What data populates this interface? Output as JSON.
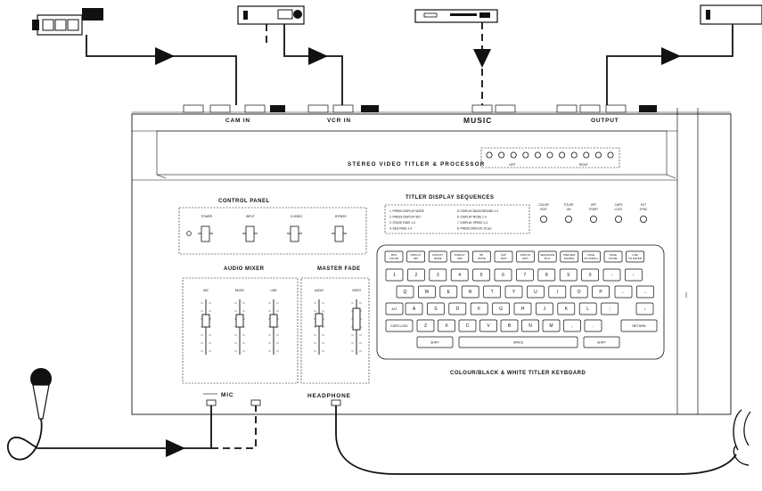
{
  "ports": {
    "cam_in": "CAM IN",
    "vcr_in": "VCR IN",
    "music": "MUSIC",
    "output": "OUTPUT",
    "mic": "MIC",
    "headphone": "HEADPHONE"
  },
  "device": {
    "title": "STEREO VIDEO TITLER & PROCESSOR",
    "led_left_label": "LEFT",
    "led_right_label": "RIGHT",
    "led_count": 11
  },
  "control_panel": {
    "title": "CONTROL PANEL",
    "switches": [
      "POWER",
      "INPUT",
      "S-VIDEO",
      "BYPASS"
    ]
  },
  "sequence": {
    "title": "TITLER DISPLAY SEQUENCES",
    "left_items": [
      "1. PRESS DISPLAY MODE",
      "2. PRESS DISPLAY SET",
      "3. STAGE FADE 1-4",
      "4. SEQ FADE 1-4"
    ],
    "right_items": [
      "5. DISPLAY BACKGROUND 1-4",
      "6. DISPLAY MODE 1-4",
      "7. DISPLAY SPEED 1-4",
      "8. PRESS DISPLAY 15 sec"
    ]
  },
  "indicators": [
    "COLOR EDIT",
    "TITLER ON",
    "OFF START",
    "CAPS LOCK",
    "EXT SYNC"
  ],
  "audio_mixer": {
    "title": "AUDIO MIXER",
    "channels": [
      "MIC",
      "MUSIC",
      "LINE"
    ]
  },
  "master_fade": {
    "title": "MASTER FADE",
    "channels": [
      "AUDIO",
      "VIDEO"
    ]
  },
  "keyboard": {
    "caption": "COLOUR/BLACK & WHITE TITLER KEYBOARD",
    "function_keys": [
      "BKG COLOR",
      "DISPLAY SET",
      "DISPLAY MODE",
      "DISPLAY SPD",
      "BK STATE",
      "FLIP TEXT",
      "DISPLAY EDIT",
      "SEQUENCE PLAY",
      "PREVIEW ENABLE",
      "PAGE FN SCROLL",
      "PAGE FN DEL",
      "LINE FN ENTER"
    ],
    "row1": [
      "1",
      "2",
      "3",
      "4",
      "5",
      "6",
      "7",
      "8",
      "9",
      "0",
      "-",
      "↑"
    ],
    "row2": [
      "Q",
      "W",
      "E",
      "R",
      "T",
      "Y",
      "U",
      "I",
      "O",
      "P",
      "←",
      "→"
    ],
    "row3": [
      "ALT",
      "A",
      "S",
      "D",
      "F",
      "G",
      "H",
      "J",
      "K",
      "L",
      ";",
      "↓"
    ],
    "row4": [
      "CAPS LOCK",
      "Z",
      "X",
      "C",
      "V",
      "B",
      "N",
      "M",
      ",",
      ".",
      "RETURN"
    ],
    "shift_left": "SHIFT",
    "space": "SPACE",
    "shift_right": "SHIFT"
  }
}
